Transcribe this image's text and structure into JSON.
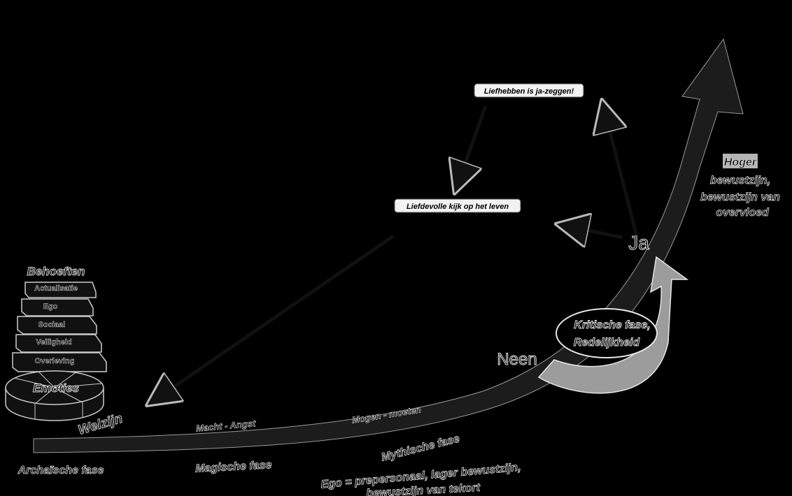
{
  "colors": {
    "background": "#000000",
    "accent": "#aaaaaa",
    "light": "#f2f2f2"
  },
  "boxes": {
    "liefhebben": "Liefhebben is ja-zeggen!",
    "liefdevolle": "Liefdevolle kijk op het leven"
  },
  "pyramid": {
    "title": "Behoeften",
    "levels": [
      "Actualisatie",
      "Ego",
      "Sociaal",
      "Veiligheid",
      "Overleving"
    ],
    "base": "Emoties"
  },
  "labels": {
    "welzijn": "Welzijn",
    "archaische": "Archaïsche fase",
    "macht_angst": "Macht - Angst",
    "magische": "Magische fase",
    "mogen_moeten": "Mogen - moeten",
    "mythische": "Mythische fase",
    "ego_line1": "Ego = prepersonaal, lager bewustzijn,",
    "ego_line2": "bewustzijn van tekort",
    "neen": "Neen",
    "ja": "Ja",
    "kritische_line1": "Kritische fase,",
    "kritische_line2": "Redelijkheid",
    "hoger": "Hoger",
    "hoger_line2": "bewustzijn,",
    "hoger_line3": "bewustzijn van",
    "hoger_line4": "overvloed"
  }
}
